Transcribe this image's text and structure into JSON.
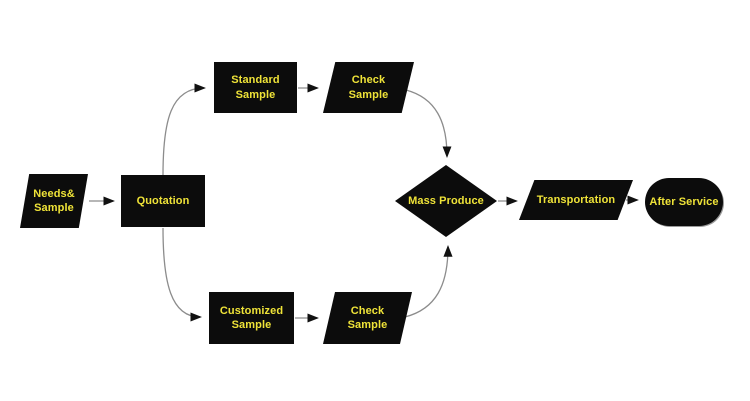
{
  "diagram": {
    "type": "flowchart",
    "background_color": "#ffffff",
    "colors": {
      "node_fill": "#0c0c0c",
      "node_text": "#efe338",
      "connector_line": "#8c8c8c",
      "arrowhead": "#111111"
    },
    "nodes": {
      "needs_sample": {
        "label": "Needs&\nSample",
        "shape": "parallelogram"
      },
      "quotation": {
        "label": "Quotation",
        "shape": "rectangle"
      },
      "standard_sample": {
        "label": "Standard\nSample",
        "shape": "rectangle"
      },
      "check_sample_top": {
        "label": "Check\nSample",
        "shape": "parallelogram"
      },
      "customized_sample": {
        "label": "Customized\nSample",
        "shape": "rectangle"
      },
      "check_sample_bottom": {
        "label": "Check\nSample",
        "shape": "parallelogram"
      },
      "mass_produce": {
        "label": "Mass Produce",
        "shape": "diamond"
      },
      "transportation": {
        "label": "Transportation",
        "shape": "parallelogram"
      },
      "after_service": {
        "label": "After Service",
        "shape": "stadium"
      }
    },
    "edges": [
      {
        "from": "needs_sample",
        "to": "quotation"
      },
      {
        "from": "quotation",
        "to": "standard_sample"
      },
      {
        "from": "quotation",
        "to": "customized_sample"
      },
      {
        "from": "standard_sample",
        "to": "check_sample_top"
      },
      {
        "from": "customized_sample",
        "to": "check_sample_bottom"
      },
      {
        "from": "check_sample_top",
        "to": "mass_produce"
      },
      {
        "from": "check_sample_bottom",
        "to": "mass_produce"
      },
      {
        "from": "mass_produce",
        "to": "transportation"
      },
      {
        "from": "transportation",
        "to": "after_service"
      }
    ]
  }
}
